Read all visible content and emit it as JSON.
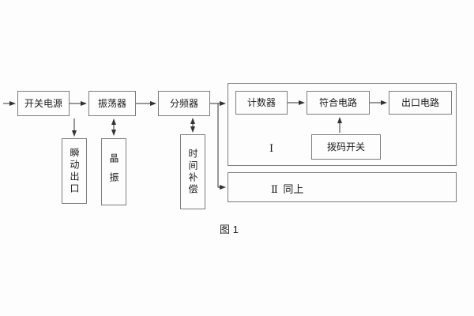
{
  "diagram": {
    "caption": "图 1",
    "blocks": {
      "power": "开关电源",
      "oscillator": "振荡器",
      "frequency_divider": "分频器",
      "counter": "计数器",
      "coincidence_circuit": "符合电路",
      "outlet_circuit": "出口电路",
      "dip_switch": "拨码开关",
      "instant_outlet": "瞬动出口",
      "crystal_oscillator": "晶振",
      "time_compensation": "时间补偿",
      "group1_label": "Ⅰ",
      "group2_label": "Ⅱ  同上"
    }
  }
}
